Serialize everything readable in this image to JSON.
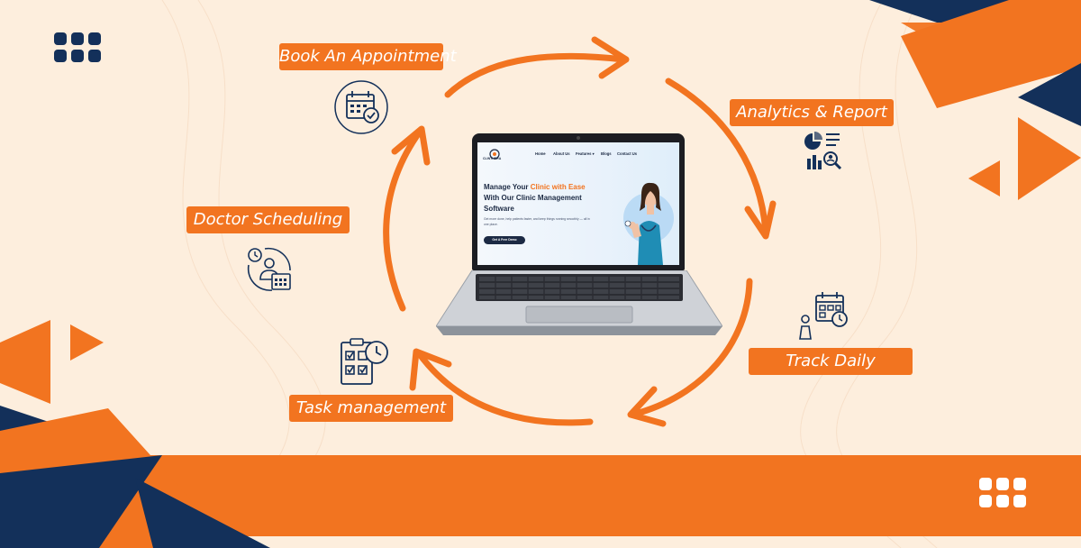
{
  "steps": {
    "book": "Book An Appointment",
    "analytics": "Analytics & Report",
    "doctor": "Doctor Scheduling",
    "track": "Track Daily",
    "task": "Task management"
  },
  "website": {
    "brand": "CLINTHERA",
    "nav": [
      "Home",
      "About Us",
      "Features ▾",
      "Blogs",
      "Contact Us"
    ],
    "headline_1": "Manage Your ",
    "headline_accent": "Clinic with Ease",
    "headline_2": "With Our ",
    "headline_bold": "Clinic Management Software",
    "tagline": "Get more done, help patients faster, and keep things running smoothly — all in one place.",
    "cta": "Get A Free Demo"
  },
  "colors": {
    "background": "#fdeedd",
    "orange": "#f27420",
    "navy": "#13305a",
    "white": "#ffffff"
  },
  "icons": [
    "calendar-check-icon",
    "analytics-report-icon",
    "doctor-schedule-icon",
    "track-daily-icon",
    "task-clipboard-icon",
    "dots-grid-icon"
  ]
}
